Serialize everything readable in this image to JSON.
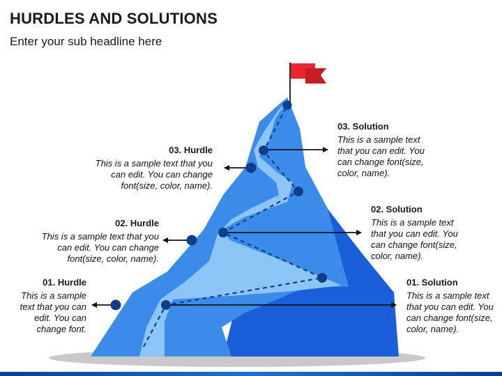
{
  "title": "HURDLES AND SOLUTIONS",
  "subtitle": "Enter your sub headline here",
  "hurdles": [
    {
      "heading": "03. Hurdle",
      "text": "This is a sample text that you can edit. You can change font(size, color, name)."
    },
    {
      "heading": "02. Hurdle",
      "text": "This is a sample text that you can edit. You can change font(size, color, name)."
    },
    {
      "heading": "01. Hurdle",
      "text": "This is a sample text that you can edit. You can change font."
    }
  ],
  "solutions": [
    {
      "heading": "03. Solution",
      "text": "This is a sample text that you can edit. You can change font(size, color, name)."
    },
    {
      "heading": "02. Solution",
      "text": "This is a sample text that you can edit. You can change font(size, color, name)."
    },
    {
      "heading": "01. Solution",
      "text": "This is a sample text that you can edit. You can change font(size, color, name)."
    }
  ],
  "colors": {
    "mountain_dark": "#1a5ed8",
    "mountain_mid": "#3b8bea",
    "mountain_light": "#8cc4f5",
    "node": "#0f3f8a",
    "flag": "#e8262d",
    "shadow": "#c9c9c9"
  }
}
